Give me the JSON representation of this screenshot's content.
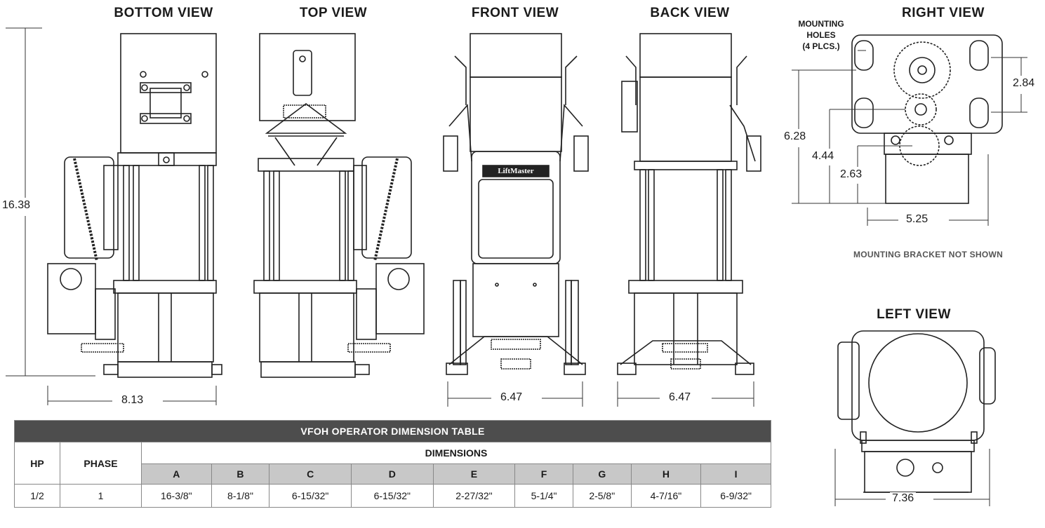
{
  "views": {
    "bottom": "BOTTOM VIEW",
    "top": "TOP VIEW",
    "front": "FRONT VIEW",
    "back": "BACK VIEW",
    "right": "RIGHT VIEW",
    "left": "LEFT VIEW"
  },
  "dimensions": {
    "height": "16.38",
    "bottom_width": "8.13",
    "front_width": "6.47",
    "back_width": "6.47",
    "right_h1": "2.84",
    "right_h2": "6.28",
    "right_h3": "4.44",
    "right_h4": "2.63",
    "right_width": "5.25",
    "left_width": "7.36"
  },
  "labels": {
    "mounting_holes_1": "MOUNTING",
    "mounting_holes_2": "HOLES",
    "mounting_holes_3": "(4 PLCS.)",
    "bracket_note": "MOUNTING BRACKET NOT SHOWN",
    "brand": "LiftMaster"
  },
  "table": {
    "title": "VFOH OPERATOR DIMENSION TABLE",
    "col_hp": "HP",
    "col_phase": "PHASE",
    "col_dimensions": "DIMENSIONS",
    "letters": [
      "A",
      "B",
      "C",
      "D",
      "E",
      "F",
      "G",
      "H",
      "I"
    ],
    "row": {
      "hp": "1/2",
      "phase": "1",
      "values": [
        "16-3/8\"",
        "8-1/8\"",
        "6-15/32\"",
        "6-15/32\"",
        "2-27/32\"",
        "5-1/4\"",
        "2-5/8\"",
        "4-7/16\"",
        "6-9/32\""
      ]
    }
  }
}
